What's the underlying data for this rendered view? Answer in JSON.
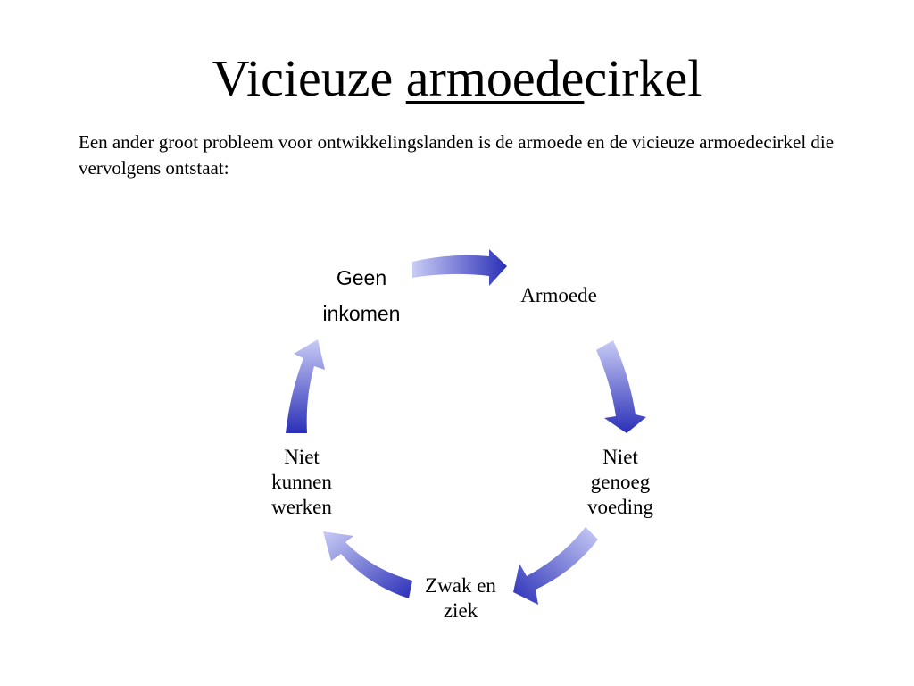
{
  "title": {
    "part1": "Vicieuze ",
    "part2_underlined": "armoede",
    "part3": "cirkel"
  },
  "intro_text": "Een ander groot probleem voor ontwikkelingslanden is de armoede en de vicieuze armoedecirkel die vervolgens ontstaat:",
  "cycle": {
    "nodes": [
      {
        "lines": [
          "Geen",
          "inkomen"
        ]
      },
      {
        "lines": [
          "Armoede"
        ]
      },
      {
        "lines": [
          "Niet",
          "genoeg",
          "voeding"
        ]
      },
      {
        "lines": [
          "Zwak en",
          "ziek"
        ]
      },
      {
        "lines": [
          "Niet",
          "kunnen",
          "werken"
        ]
      }
    ],
    "arrow_colors": {
      "light": "#c9ccf5",
      "dark": "#2a2fb8"
    }
  }
}
